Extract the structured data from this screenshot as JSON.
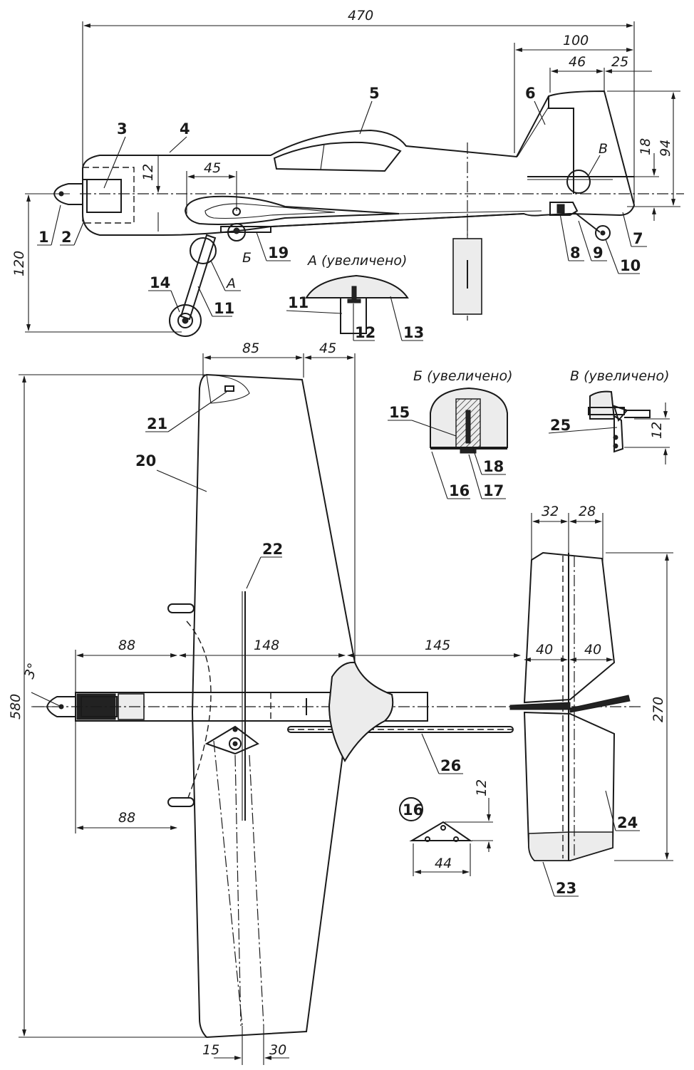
{
  "drawing": {
    "section_captions": {
      "a": "А (увеличено)",
      "b": "Б (увеличено)",
      "v": "В (увеличено)"
    },
    "view_markers": {
      "a": "А",
      "b": "Б",
      "v": "В"
    },
    "dimensions": {
      "d470": "470",
      "d100": "100",
      "d46": "46",
      "d25": "25",
      "d18": "18",
      "d94": "94",
      "d45_side": "45",
      "d12_side": "12",
      "d120": "120",
      "d85": "85",
      "d45_top": "45",
      "d580": "580",
      "d88_top": "88",
      "d148": "148",
      "d145": "145",
      "d32": "32",
      "d28": "28",
      "d40_left": "40",
      "d40_right": "40",
      "d270": "270",
      "d88_bottom": "88",
      "d15": "15",
      "d30": "30",
      "d3deg": "3°",
      "d12_plate": "12",
      "d44": "44",
      "d12_horn": "12"
    },
    "part_numbers": {
      "p1": "1",
      "p2": "2",
      "p3": "3",
      "p4": "4",
      "p5": "5",
      "p6": "6",
      "p7": "7",
      "p8": "8",
      "p9": "9",
      "p10": "10",
      "p11": "11",
      "p11b": "11",
      "p12": "12",
      "p13": "13",
      "p14": "14",
      "p15": "15",
      "p16": "16",
      "p16c": "16",
      "p17": "17",
      "p18": "18",
      "p19": "19",
      "p20": "20",
      "p21": "21",
      "p22": "22",
      "p23": "23",
      "p24": "24",
      "p25": "25",
      "p26": "26"
    }
  }
}
